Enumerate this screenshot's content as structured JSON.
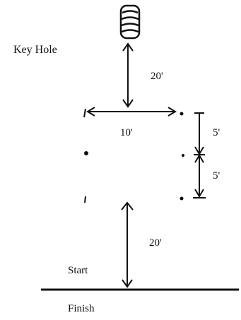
{
  "labels": {
    "key_hole": "Key Hole",
    "dist_keyhole": "20'",
    "dist_width": "10'",
    "dist_upper_gap": "5'",
    "dist_lower_gap": "5'",
    "dist_start": "20'",
    "start": "Start",
    "finish": "Finish"
  },
  "icons": {
    "barrel": "barrel-icon"
  },
  "colors": {
    "ink": "#111111",
    "background": "#ffffff"
  }
}
